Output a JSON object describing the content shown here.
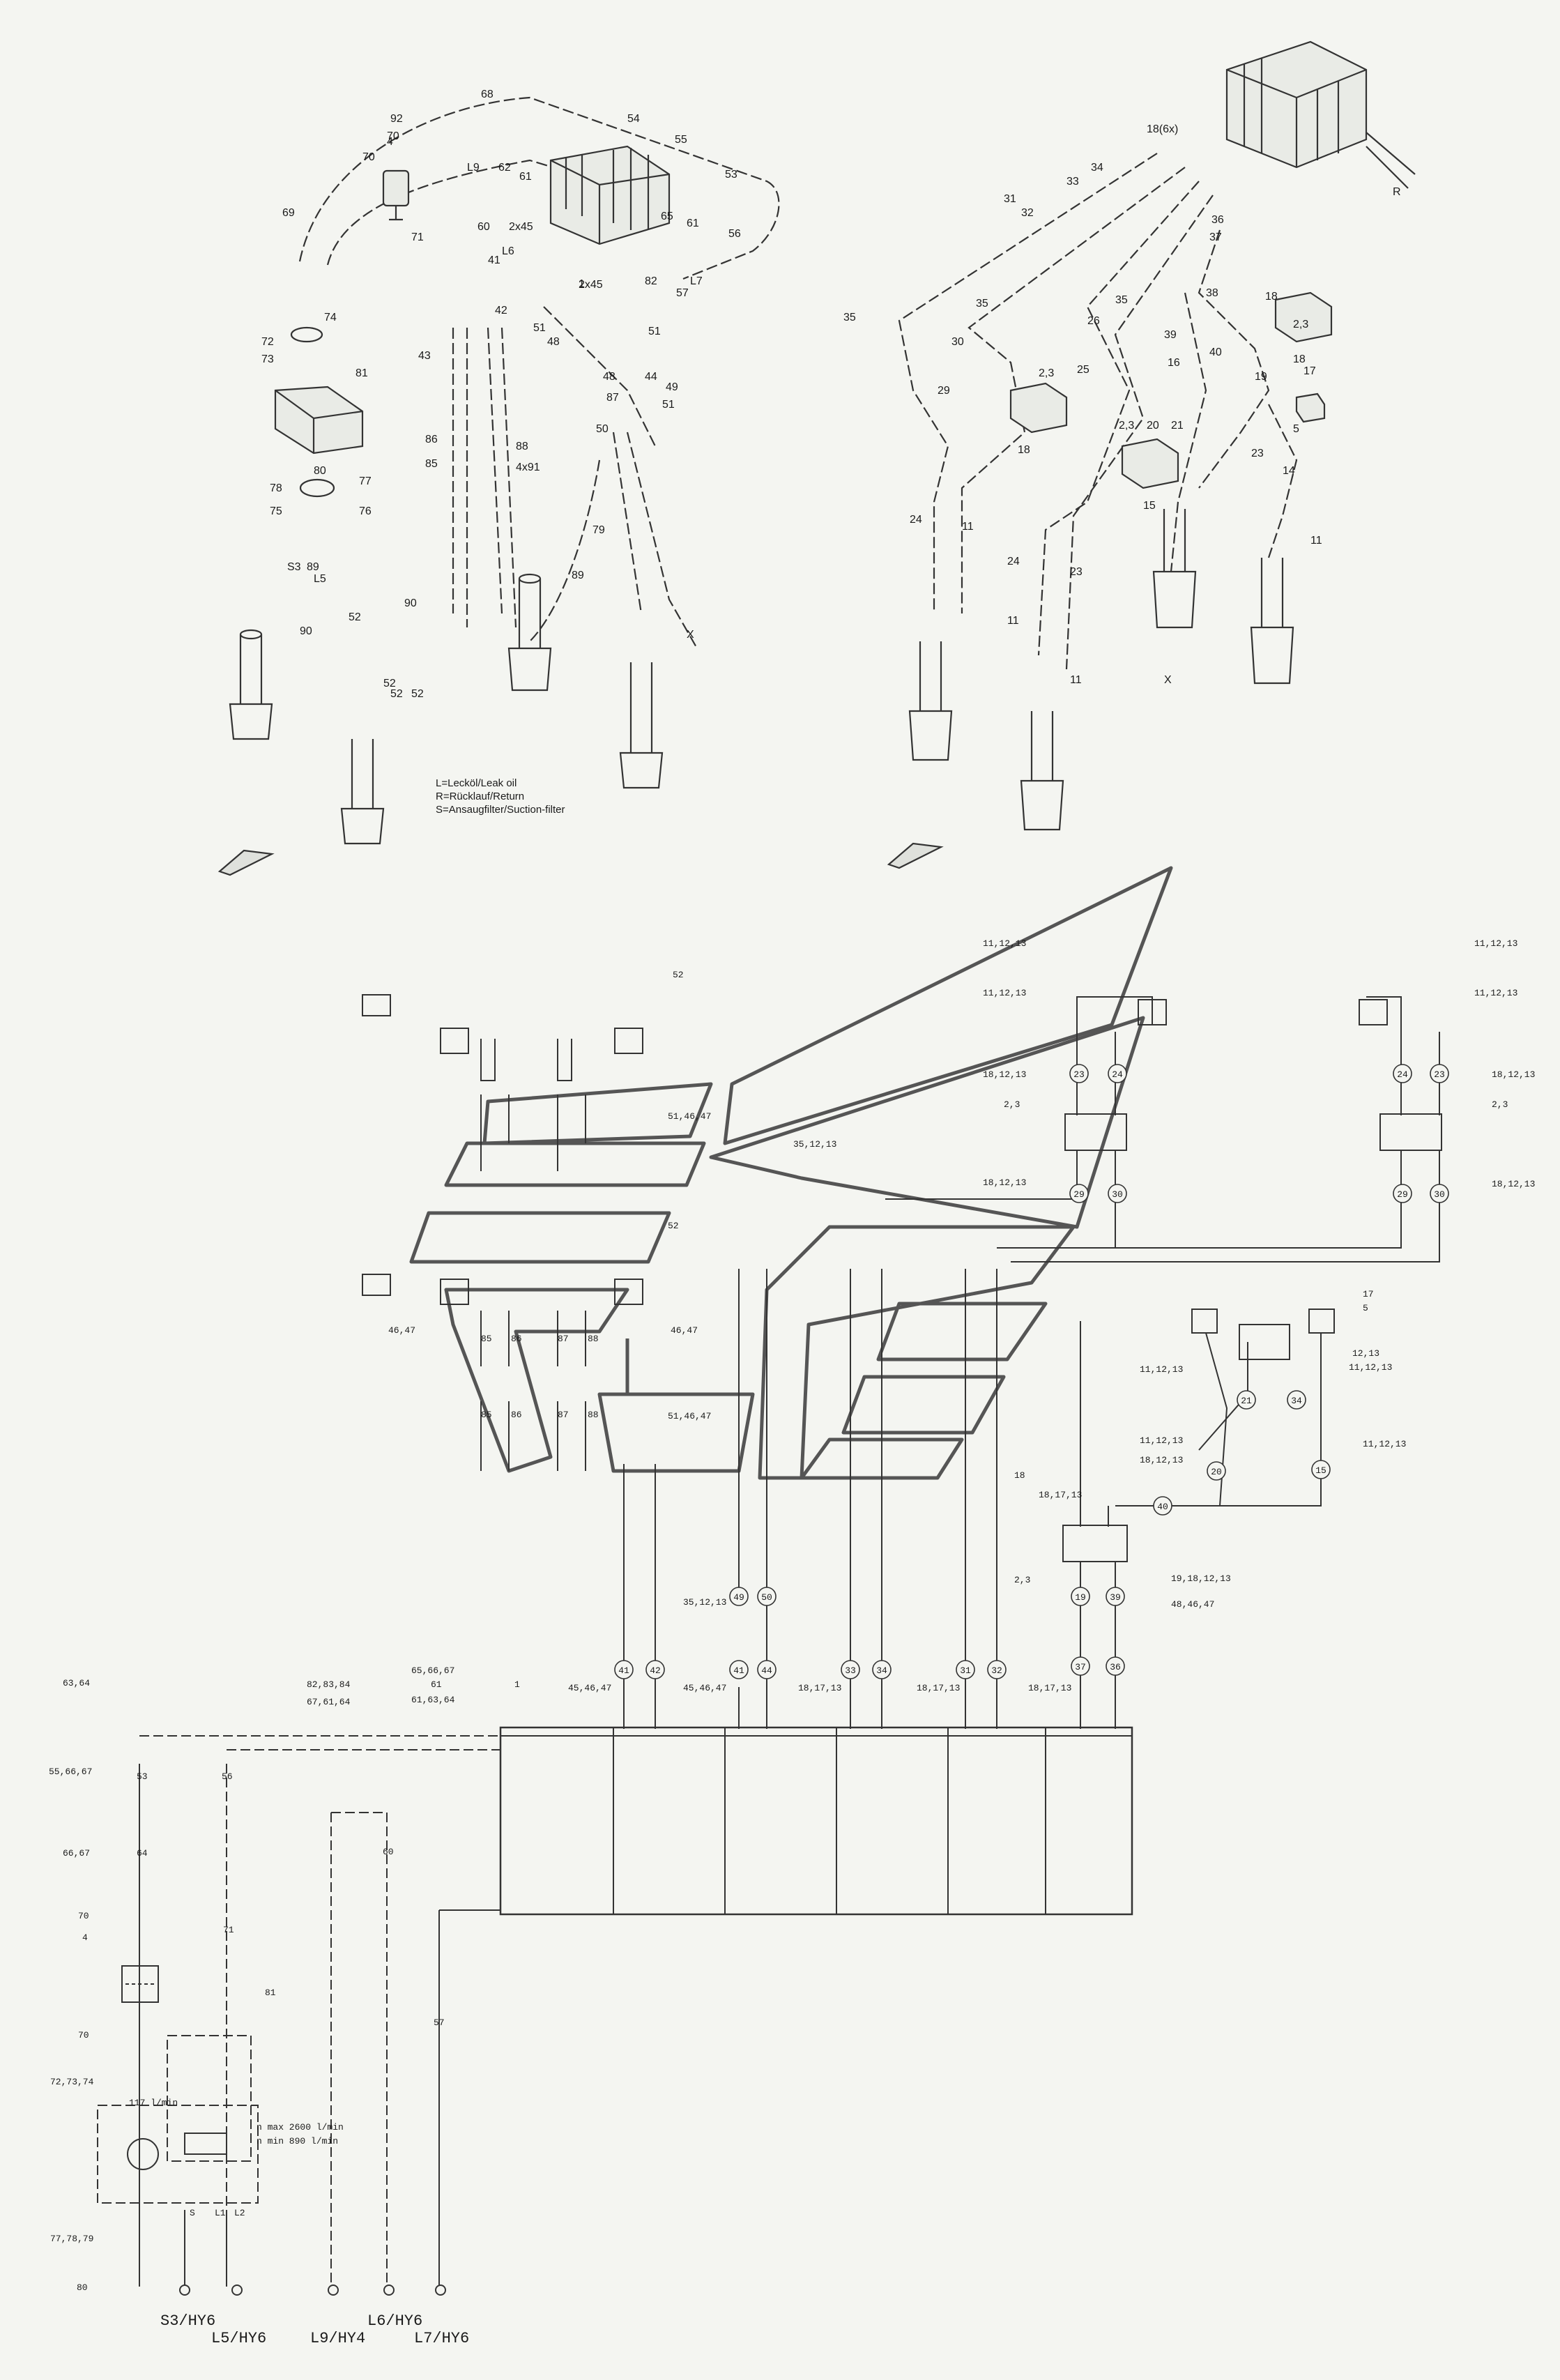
{
  "legend": {
    "leak": "L=Lecköl/Leak oil",
    "ret": "R=Rücklauf/Return",
    "suction": "S=Ansaugfilter/Suction-filter"
  },
  "top_left": {
    "numbers": [
      "68",
      "92",
      "70",
      "4",
      "70",
      "54",
      "55",
      "53",
      "69",
      "L9",
      "62",
      "61",
      "71",
      "60",
      "2x45",
      "L6",
      "65",
      "61",
      "56",
      "41",
      "2x45",
      "82",
      "L7",
      "57",
      "74",
      "72",
      "73",
      "81",
      "1",
      "42",
      "43",
      "51",
      "51",
      "48",
      "44",
      "48",
      "49",
      "51",
      "50",
      "87",
      "86",
      "88",
      "85",
      "4x91",
      "79",
      "80",
      "77",
      "78",
      "75",
      "76",
      "S3",
      "L5",
      "89",
      "90",
      "52",
      "52",
      "89",
      "52",
      "90",
      "52",
      "X"
    ]
  },
  "top_right": {
    "numbers": [
      "18(6x)",
      "R",
      "31",
      "33",
      "34",
      "32",
      "36",
      "37",
      "35",
      "35",
      "35",
      "26",
      "30",
      "2,3",
      "25",
      "38",
      "18",
      "2,3",
      "39",
      "40",
      "16",
      "19",
      "18",
      "17",
      "29",
      "2,3",
      "20",
      "21",
      "5",
      "18",
      "15",
      "14",
      "23",
      "24",
      "11",
      "24",
      "23",
      "11",
      "X",
      "11",
      "11"
    ]
  },
  "schematic": {
    "cyl_labels": [
      "11,12,13",
      "11,12,13",
      "11,12,13",
      "11,12,13"
    ],
    "valve_labels": [
      "18,12,13",
      "2,3",
      "18,12,13",
      "18,12,13",
      "2,3",
      "18,12,13",
      "35,12,13"
    ],
    "ports": [
      "23",
      "24",
      "29",
      "30",
      "24",
      "23",
      "29",
      "30",
      "21",
      "20",
      "34",
      "15",
      "40",
      "19",
      "39",
      "37",
      "36",
      "41",
      "42",
      "49",
      "50",
      "41",
      "44",
      "33",
      "34",
      "31",
      "32"
    ],
    "lower_labels": [
      "17",
      "5",
      "12,13",
      "11,12,13",
      "11,12,13",
      "11,12,13",
      "11,12,13",
      "18,12,13",
      "18",
      "18,17,13",
      "2,3",
      "19,18,12,13",
      "48,46,47",
      "35,12,13"
    ],
    "block_labels": [
      "63,64",
      "82,83,84",
      "67,61,64",
      "65,66,67",
      "61",
      "61,63,64",
      "1",
      "45,46,47",
      "45,46,47",
      "18,17,13",
      "18,17,13",
      "18,17,13"
    ],
    "left_labels": [
      "52",
      "51,46,47",
      "52",
      "46,47",
      "46,47",
      "51,46,47",
      "85",
      "86",
      "87",
      "88",
      "85",
      "86",
      "87",
      "88"
    ],
    "pump_labels": [
      "55,66,67",
      "66,67",
      "70",
      "4",
      "70",
      "81",
      "72,73,74",
      "77,78,79",
      "80",
      "53",
      "56",
      "64",
      "60",
      "57",
      "71",
      "S",
      "L1",
      "L2",
      "117 l/min",
      "n max 2600 l/min",
      "n min 890 l/min"
    ],
    "bottom_terminals": [
      "S3/HY6",
      "L5/HY6",
      "L9/HY4",
      "L6/HY6",
      "L7/HY6"
    ]
  }
}
